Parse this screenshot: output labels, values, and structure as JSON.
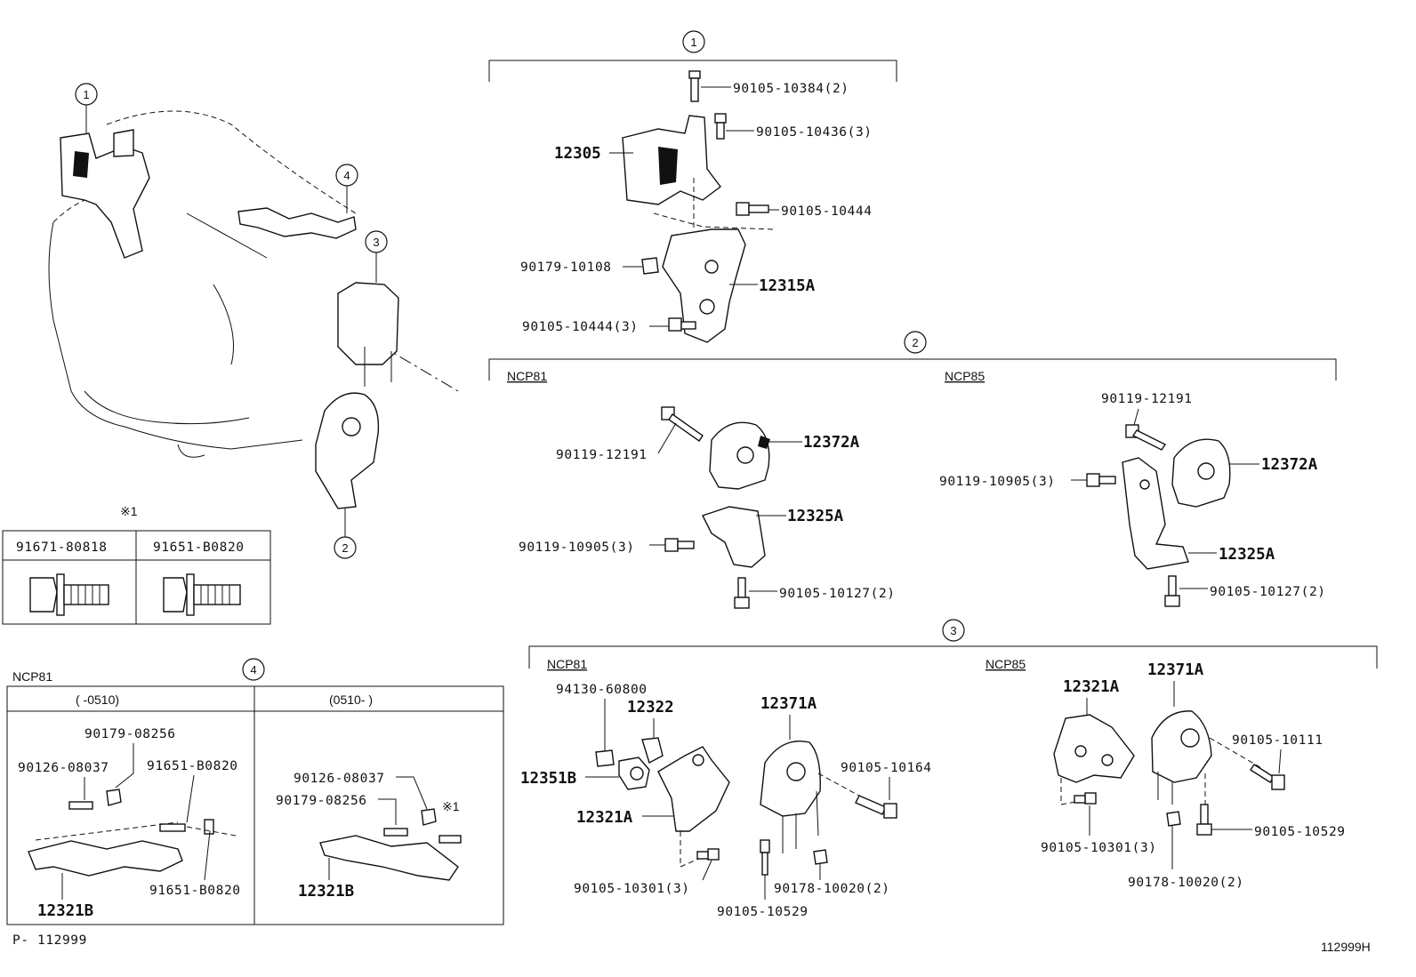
{
  "diagram": {
    "groups": {
      "g1": "1",
      "g2": "2",
      "g3": "3",
      "g4": "4"
    },
    "variants": {
      "ncp81": "NCP81",
      "ncp85": "NCP85"
    },
    "date_ranges": {
      "before": "(      -0510)",
      "after": "(0510-      )"
    },
    "note_mark": "※1",
    "fastener_table": {
      "col1": "91671-80818",
      "col2": "91651-B0820"
    },
    "group1": {
      "bolt_top": "90105-10384(2)",
      "bolt_right": "90105-10436(3)",
      "bolt_mid": "90105-10444",
      "nut": "90179-10108",
      "bolt_bottom": "90105-10444(3)",
      "insulator": "12305",
      "bracket": "12315A"
    },
    "group2_ncp81": {
      "bolt_long": "90119-12191",
      "insulator": "12372A",
      "bracket": "12325A",
      "bolt_side": "90119-10905(3)",
      "bolt_bottom": "90105-10127(2)"
    },
    "group2_ncp85": {
      "bolt_long": "90119-12191",
      "insulator": "12372A",
      "bolt_side": "90119-10905(3)",
      "bracket": "12325A",
      "bolt_bottom": "90105-10127(2)"
    },
    "group3_ncp81": {
      "retainer": "94130-60800",
      "stopper": "12322",
      "cushion": "12351B",
      "bracket": "12321A",
      "insulator": "12371A",
      "bolt_right": "90105-10164",
      "bolt_bracket": "90105-10301(3)",
      "nut": "90178-10020(2)",
      "bolt_bottom": "90105-10529"
    },
    "group3_ncp85": {
      "bracket": "12321A",
      "insulator": "12371A",
      "bolt_right": "90105-10111",
      "bolt_bottom_right": "90105-10529",
      "bolt_bracket": "90105-10301(3)",
      "nut": "90178-10020(2)"
    },
    "group4_left": {
      "nut": "90179-08256",
      "stud": "90126-08037",
      "bolt_top": "91651-B0820",
      "bolt_bottom": "91651-B0820",
      "bracket": "12321B"
    },
    "group4_right": {
      "stud": "90126-08037",
      "nut": "90179-08256",
      "bracket": "12321B"
    },
    "page_ref": "P- 112999",
    "figure_id": "112999H"
  }
}
